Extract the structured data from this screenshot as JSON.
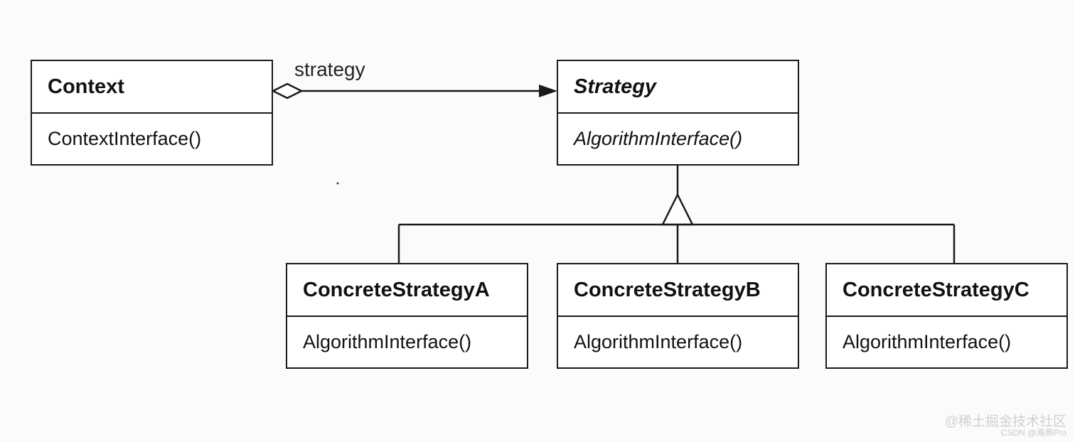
{
  "classes": {
    "context": {
      "name": "Context",
      "operation": "ContextInterface()"
    },
    "strategy": {
      "name": "Strategy",
      "operation": "AlgorithmInterface()"
    },
    "concrete_a": {
      "name": "ConcreteStrategyA",
      "operation": "AlgorithmInterface()"
    },
    "concrete_b": {
      "name": "ConcreteStrategyB",
      "operation": "AlgorithmInterface()"
    },
    "concrete_c": {
      "name": "ConcreteStrategyC",
      "operation": "AlgorithmInterface()"
    }
  },
  "association": {
    "label": "strategy"
  },
  "watermark": {
    "line1": "@稀土掘金技术社区",
    "line2": "CSDN @海燕Pro"
  },
  "colors": {
    "line": "#1a1a1a",
    "box_fill": "#ffffff",
    "background": "#fbfbfb"
  }
}
